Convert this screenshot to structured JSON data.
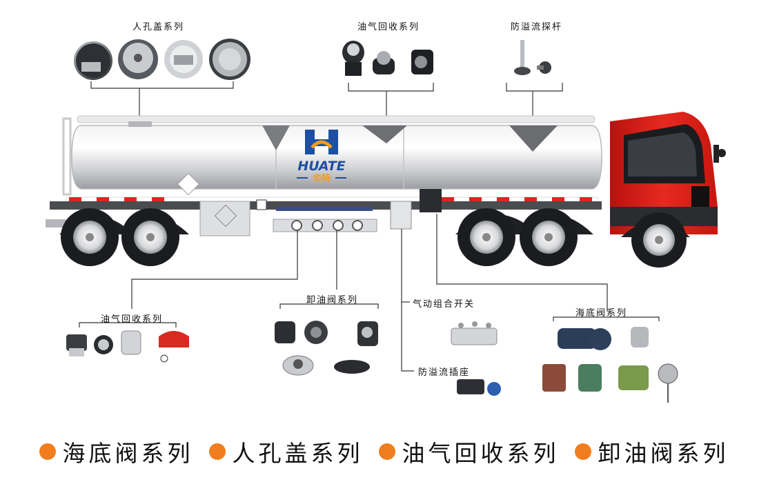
{
  "labels": {
    "manhole_top": "人孔盖系列",
    "vapor_top": "油气回收系列",
    "overflow_probe": "防溢流探杆",
    "vapor_bottom": "油气回收系列",
    "unload_valve": "卸油阀系列",
    "pneumatic_switch": "气动组合开关",
    "overflow_socket": "防溢流插座",
    "bottom_valve": "海底阀系列"
  },
  "logo": {
    "brand": "HUATE",
    "chinese": "华特"
  },
  "footer": {
    "bullet_color": "#f07e1e",
    "items": [
      "海底阀系列",
      "人孔盖系列",
      "油气回收系列",
      "卸油阀系列"
    ]
  },
  "colors": {
    "cab_red": "#e2241c",
    "tank_silver": "#d9dadc",
    "logo_blue": "#1d4fa3",
    "logo_orange": "#f39a1f"
  }
}
